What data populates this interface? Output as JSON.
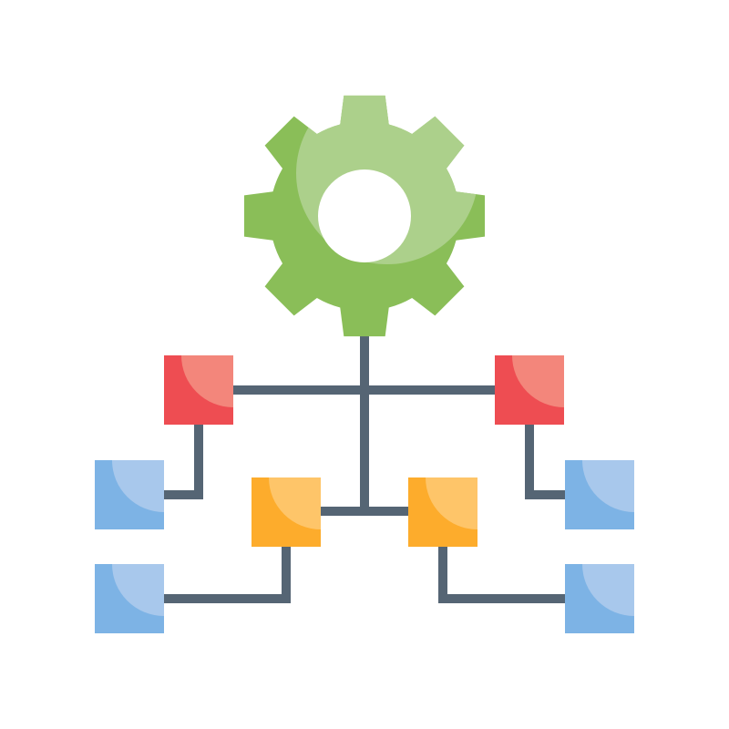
{
  "colors": {
    "background": "#ffffff",
    "connector": "#556574",
    "gear_light": "#acd08b",
    "gear_dark": "#8abe58",
    "red_light": "#f3867b",
    "red_dark": "#ee4d52",
    "orange_light": "#fec569",
    "orange_dark": "#fdac2c",
    "blue_light": "#a8c8ec",
    "blue_dark": "#7db3e5"
  },
  "icons": {
    "hub": "gear-icon",
    "level1": "red-node",
    "level2": "orange-node",
    "leaf": "blue-node"
  }
}
